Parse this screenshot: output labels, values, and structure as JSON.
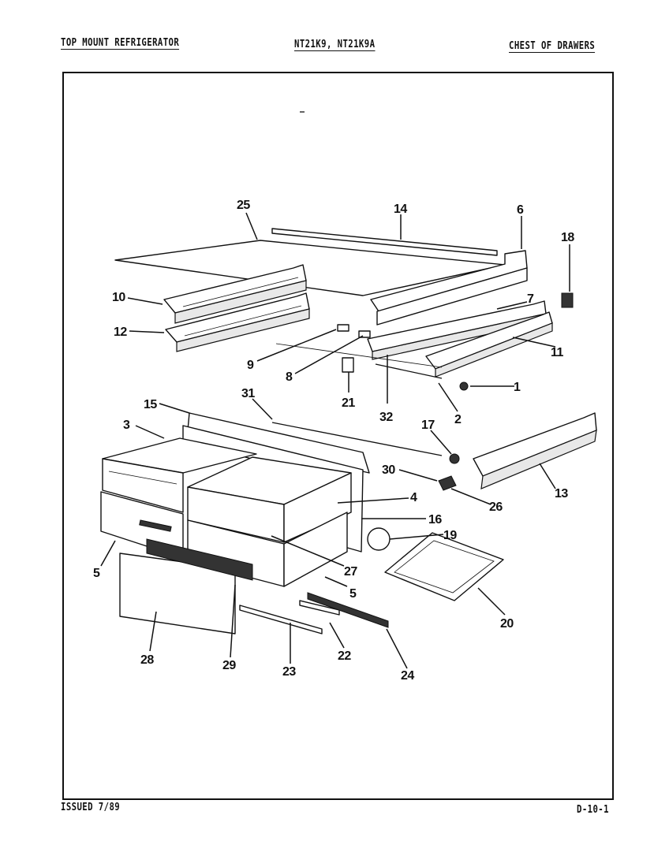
{
  "header": {
    "left": "TOP MOUNT REFRIGERATOR",
    "center": "NT21K9, NT21K9A",
    "right": "CHEST OF DRAWERS"
  },
  "footer": {
    "issued": "ISSUED 7/89",
    "page_code": "D-10-1"
  },
  "callouts": {
    "c25": "25",
    "c14": "14",
    "c6": "6",
    "c18": "18",
    "c10": "10",
    "c12": "12",
    "c7": "7",
    "c11": "11",
    "c9": "9",
    "c8": "8",
    "c1": "1",
    "c21": "21",
    "c32": "32",
    "c2": "2",
    "c15": "15",
    "c31": "31",
    "c3": "3",
    "c17": "17",
    "c30": "30",
    "c4": "4",
    "c26": "26",
    "c13": "13",
    "c16": "16",
    "c19": "19",
    "c5a": "5",
    "c27": "27",
    "c5b": "5",
    "c20": "20",
    "c28": "28",
    "c29": "29",
    "c23": "23",
    "c22": "22",
    "c24": "24"
  }
}
